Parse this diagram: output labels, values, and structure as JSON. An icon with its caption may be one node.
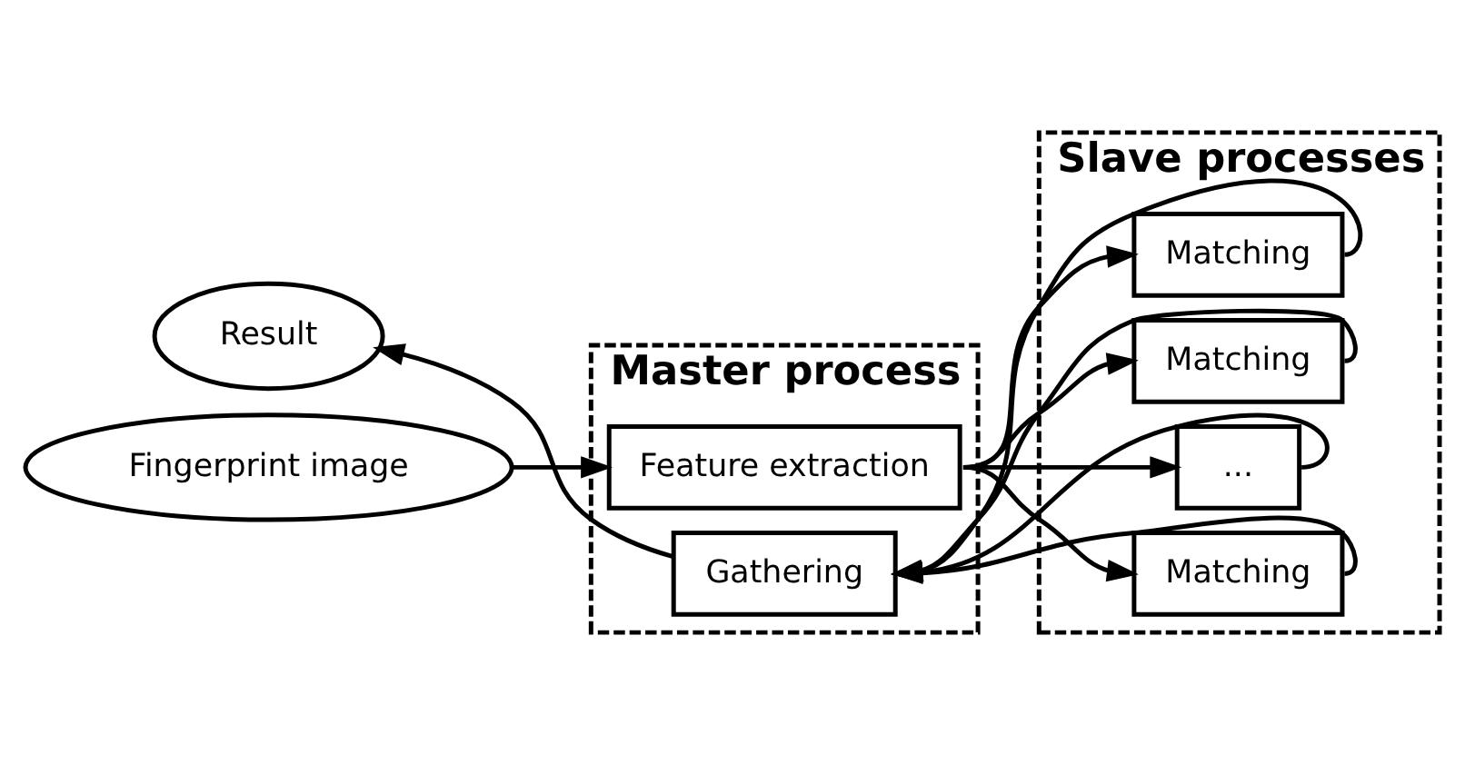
{
  "diagram": {
    "nodes": [
      {
        "text": [
          "Master process"
        ]
      },
      {
        "text": [
          "Slave processes"
        ]
      },
      {
        "text": [
          "Fingerprint image"
        ]
      },
      {
        "text": [
          "Feature extraction"
        ],
        "in": 0
      },
      {
        "text": [
          "Matching"
        ],
        "in": 1
      },
      {
        "text": [
          "Matching"
        ],
        "in": 1
      },
      {
        "text": [
          "..."
        ],
        "in": 1
      },
      {
        "text": [
          "Matching"
        ],
        "in": 1
      },
      {
        "text": [
          "Gathering"
        ],
        "in": 0
      },
      {
        "text": [
          "Result"
        ]
      }
    ],
    "edges": [
      {
        "from": 2,
        "to": 3,
        "arrow": "to"
      },
      {
        "from": 3,
        "to": 4,
        "arrow": "to"
      },
      {
        "from": 3,
        "to": 5,
        "arrow": "to"
      },
      {
        "from": 3,
        "to": 6,
        "arrow": "to"
      },
      {
        "from": 3,
        "to": 7,
        "arrow": "to"
      },
      {
        "from": 4,
        "to": 8,
        "arrow": "to"
      },
      {
        "from": 5,
        "to": 8,
        "arrow": "to"
      },
      {
        "from": 6,
        "to": 8,
        "arrow": "to"
      },
      {
        "from": 7,
        "to": 8,
        "arrow": "to"
      },
      {
        "from": 8,
        "to": 9,
        "arrow": "to"
      }
    ]
  }
}
